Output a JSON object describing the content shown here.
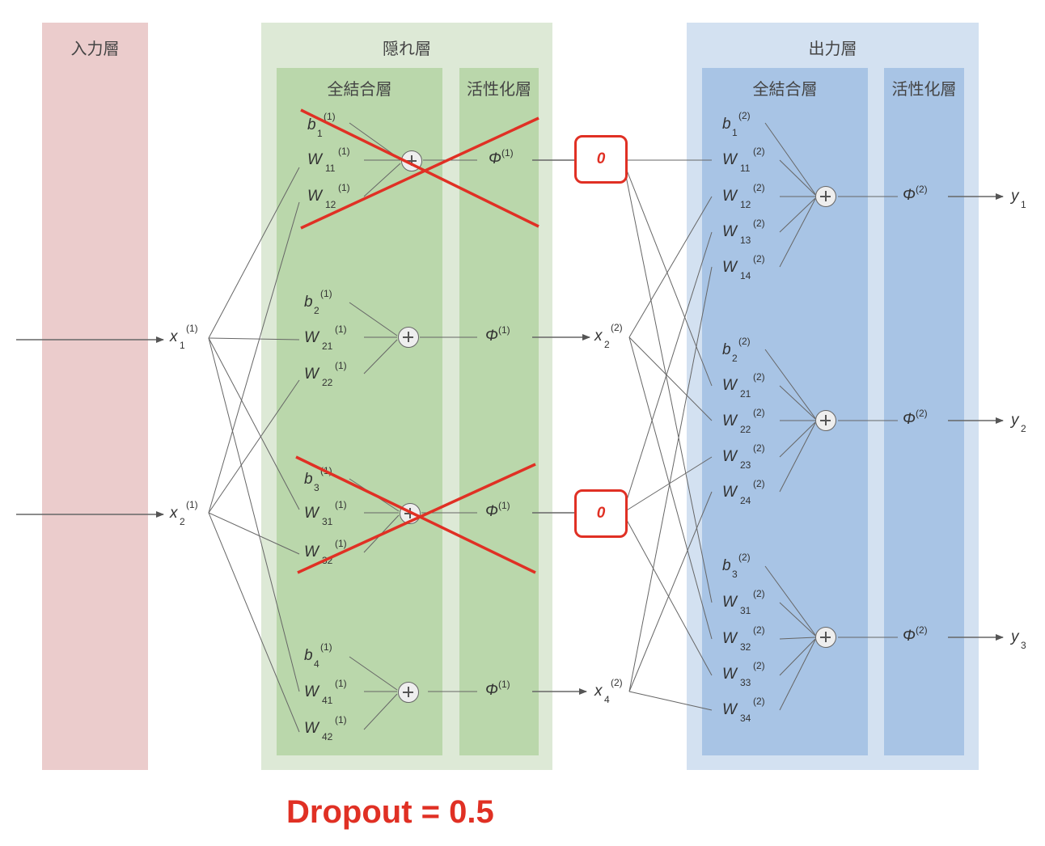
{
  "titles": {
    "input_layer": "入力層",
    "hidden_layer": "隠れ層",
    "output_layer": "出力層",
    "fully_connected": "全結合層",
    "activation": "活性化層"
  },
  "dropout_label": "Dropout = 0.5",
  "dropped_value": "0",
  "inputs": [
    {
      "base": "x",
      "sub": "1",
      "sup": "(1)"
    },
    {
      "base": "x",
      "sub": "2",
      "sup": "(1)"
    }
  ],
  "hidden_units": [
    {
      "bias": {
        "base": "b",
        "sub": "1",
        "sup": "(1)"
      },
      "weights": [
        {
          "base": "W",
          "sub": "11",
          "sup": "(1)"
        },
        {
          "base": "W",
          "sub": "12",
          "sup": "(1)"
        }
      ],
      "activation": {
        "base": "Φ",
        "sup": "(1)"
      },
      "dropped": true
    },
    {
      "bias": {
        "base": "b",
        "sub": "2",
        "sup": "(1)"
      },
      "weights": [
        {
          "base": "W",
          "sub": "21",
          "sup": "(1)"
        },
        {
          "base": "W",
          "sub": "22",
          "sup": "(1)"
        }
      ],
      "activation": {
        "base": "Φ",
        "sup": "(1)"
      },
      "dropped": false
    },
    {
      "bias": {
        "base": "b",
        "sub": "3",
        "sup": "(1)"
      },
      "weights": [
        {
          "base": "W",
          "sub": "31",
          "sup": "(1)"
        },
        {
          "base": "W",
          "sub": "32",
          "sup": "(1)"
        }
      ],
      "activation": {
        "base": "Φ",
        "sup": "(1)"
      },
      "dropped": true
    },
    {
      "bias": {
        "base": "b",
        "sub": "4",
        "sup": "(1)"
      },
      "weights": [
        {
          "base": "W",
          "sub": "41",
          "sup": "(1)"
        },
        {
          "base": "W",
          "sub": "42",
          "sup": "(1)"
        }
      ],
      "activation": {
        "base": "Φ",
        "sup": "(1)"
      },
      "dropped": false
    }
  ],
  "hidden_outputs": [
    {
      "dropped": true
    },
    {
      "base": "x",
      "sub": "2",
      "sup": "(2)",
      "dropped": false
    },
    {
      "dropped": true
    },
    {
      "base": "x",
      "sub": "4",
      "sup": "(2)",
      "dropped": false
    }
  ],
  "output_units": [
    {
      "bias": {
        "base": "b",
        "sub": "1",
        "sup": "(2)"
      },
      "weights": [
        {
          "base": "W",
          "sub": "11",
          "sup": "(2)"
        },
        {
          "base": "W",
          "sub": "12",
          "sup": "(2)"
        },
        {
          "base": "W",
          "sub": "13",
          "sup": "(2)"
        },
        {
          "base": "W",
          "sub": "14",
          "sup": "(2)"
        }
      ],
      "activation": {
        "base": "Φ",
        "sup": "(2)"
      },
      "output": {
        "base": "y",
        "sub": "1"
      }
    },
    {
      "bias": {
        "base": "b",
        "sub": "2",
        "sup": "(2)"
      },
      "weights": [
        {
          "base": "W",
          "sub": "21",
          "sup": "(2)"
        },
        {
          "base": "W",
          "sub": "22",
          "sup": "(2)"
        },
        {
          "base": "W",
          "sub": "23",
          "sup": "(2)"
        },
        {
          "base": "W",
          "sub": "24",
          "sup": "(2)"
        }
      ],
      "activation": {
        "base": "Φ",
        "sup": "(2)"
      },
      "output": {
        "base": "y",
        "sub": "2"
      }
    },
    {
      "bias": {
        "base": "b",
        "sub": "3",
        "sup": "(2)"
      },
      "weights": [
        {
          "base": "W",
          "sub": "31",
          "sup": "(2)"
        },
        {
          "base": "W",
          "sub": "32",
          "sup": "(2)"
        },
        {
          "base": "W",
          "sub": "33",
          "sup": "(2)"
        },
        {
          "base": "W",
          "sub": "34",
          "sup": "(2)"
        }
      ],
      "activation": {
        "base": "Φ",
        "sup": "(2)"
      },
      "output": {
        "base": "y",
        "sub": "3"
      }
    }
  ],
  "colors": {
    "input_layer": "#ebcccc",
    "hidden_layer_outer": "#dde9d6",
    "hidden_layer_inner": "#bad7ab",
    "output_layer_outer": "#d3e1f1",
    "output_layer_inner": "#a8c4e5",
    "dropout_red": "#e03024",
    "line": "#555555"
  }
}
